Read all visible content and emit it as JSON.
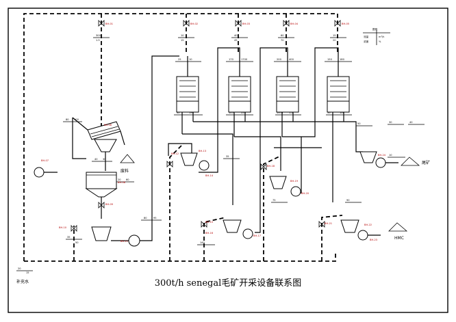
{
  "title": "300t/h  senegal毛矿开采设备联系图",
  "labels": {
    "waste": "废料",
    "tailings": "尾矿",
    "hmc": "HMC",
    "makeup_water": "补充水"
  },
  "legend": {
    "head": "图例",
    "row1_left": "流量",
    "row1_right": "m³/h",
    "row2_left": "浓度",
    "row2_right": "%"
  },
  "stream_labels": [
    "300",
    "1.5",
    "10",
    "15",
    "40",
    "45",
    "60",
    "70",
    "15",
    "20",
    "25",
    "10",
    "170",
    "1700",
    "200",
    "400",
    "150",
    "180",
    "32",
    "190",
    "105",
    "220",
    "1370",
    "1.2",
    "50",
    "100",
    "80",
    "100",
    "40",
    "30",
    "20",
    "60",
    "80",
    "95",
    "35",
    "140",
    "75",
    "90",
    "10",
    "50",
    "30",
    "40",
    "20",
    "35",
    "15",
    "50"
  ],
  "equipment_tags": [
    "BH-01",
    "BH-02",
    "BH-03",
    "BH-04",
    "BH-05",
    "BH-06",
    "BH-07",
    "BH-08",
    "BH-09",
    "BH-10",
    "BH-11",
    "BH-12",
    "BH-13",
    "BH-14",
    "BH-15",
    "BH-16",
    "BH-17",
    "BH-18",
    "BH-19",
    "BH-20",
    "BH-21",
    "BH-22",
    "BH-23",
    "BH-24"
  ],
  "colors": {
    "line": "#000000",
    "tag": "#b40000",
    "background": "#ffffff"
  }
}
